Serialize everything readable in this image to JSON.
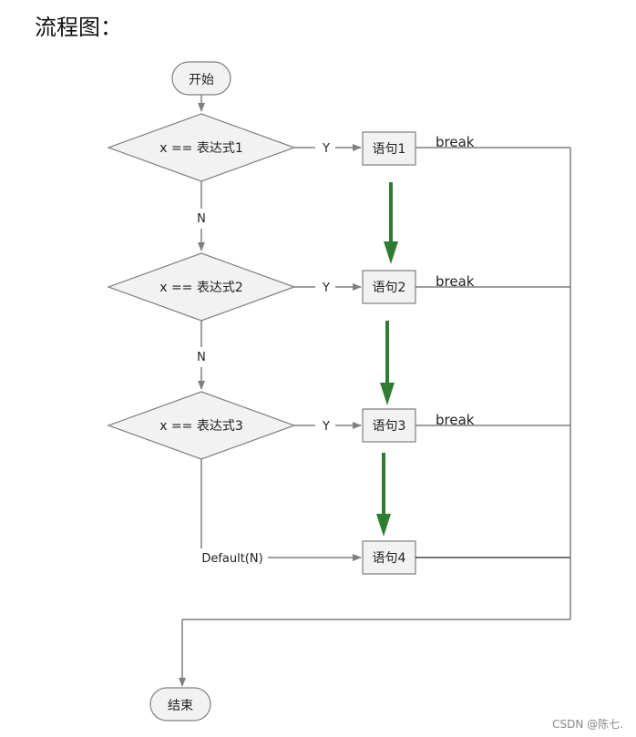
{
  "heading": "流程图：",
  "watermark": "CSDN @陈七.",
  "flow": {
    "start": "开始",
    "end": "结束",
    "conditions": [
      "x == 表达式1",
      "x == 表达式2",
      "x == 表达式3"
    ],
    "statements": [
      "语句1",
      "语句2",
      "语句3",
      "语句4"
    ],
    "yes_label": "Y",
    "no_label": "N",
    "break_label": "break",
    "default_label": "Default(N)"
  },
  "colors": {
    "line": "#7f7f7f",
    "shape_fill": "#f2f2f2",
    "shape_stroke": "#7f7f7f",
    "arrow_green": "#2e7d32"
  }
}
